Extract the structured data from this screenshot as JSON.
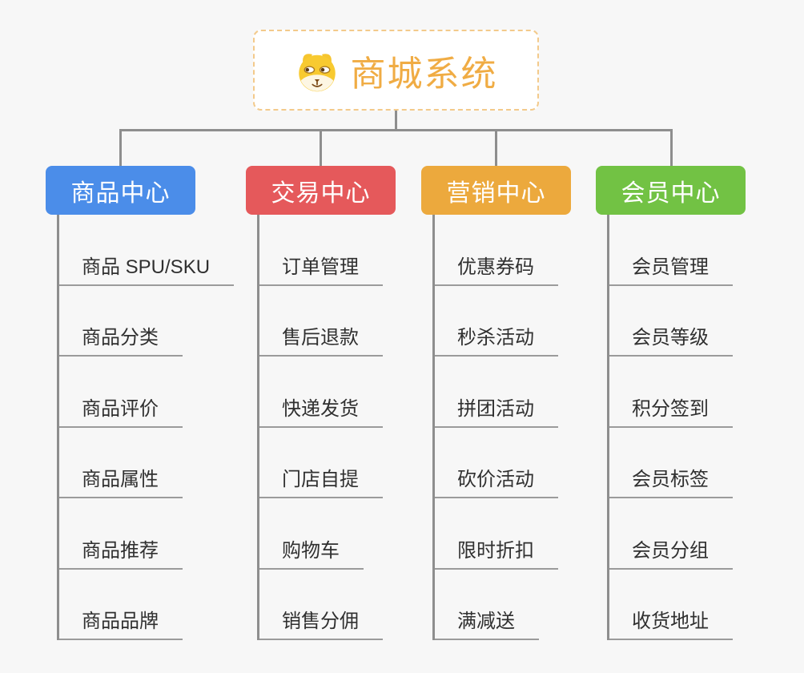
{
  "root": {
    "title": "商城系统",
    "title_color": "#F0AC44",
    "border_color": "#F3CA8B",
    "icon": "shiba-dog-icon"
  },
  "connector_color": "#8E8E8E",
  "underline_color": "#9B9B9B",
  "background_color": "#F7F7F7",
  "branches": [
    {
      "label": "商品中心",
      "color": "#4B8DE9",
      "children": [
        "商品 SPU/SKU",
        "商品分类",
        "商品评价",
        "商品属性",
        "商品推荐",
        "商品品牌"
      ]
    },
    {
      "label": "交易中心",
      "color": "#E5595B",
      "children": [
        "订单管理",
        "售后退款",
        "快递发货",
        "门店自提",
        "购物车",
        "销售分佣"
      ]
    },
    {
      "label": "营销中心",
      "color": "#ECA93D",
      "children": [
        "优惠券码",
        "秒杀活动",
        "拼团活动",
        "砍价活动",
        "限时折扣",
        "满减送"
      ]
    },
    {
      "label": "会员中心",
      "color": "#72C244",
      "children": [
        "会员管理",
        "会员等级",
        "积分签到",
        "会员标签",
        "会员分组",
        "收货地址"
      ]
    }
  ]
}
